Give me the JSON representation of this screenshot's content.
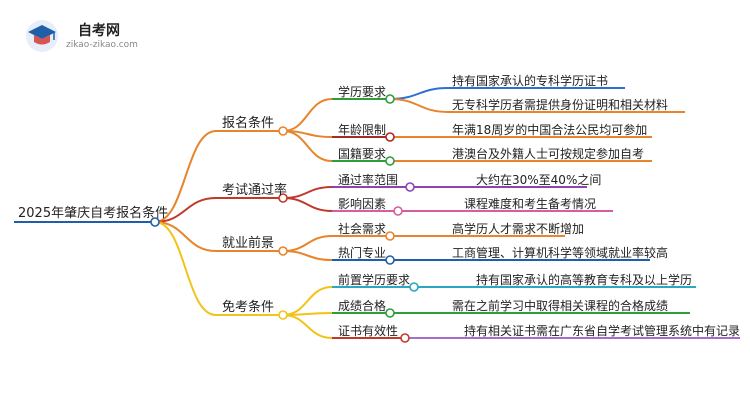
{
  "logo": {
    "title": "自考网",
    "subtitle": "zikao-zikao.com"
  },
  "root": {
    "label": "2025年肇庆自考报名条件",
    "color": "#1f5fa8"
  },
  "branches": [
    {
      "label": "报名条件",
      "color": "#e8842b",
      "children": [
        {
          "label": "学历要求",
          "color": "#2e9d3a",
          "leaves": [
            {
              "text": "持有国家承认的专科学历证书",
              "color": "#2f6fd6"
            },
            {
              "text": "无专科学历者需提供身份证明和相关材料",
              "color": "#e8842b"
            }
          ]
        },
        {
          "label": "年龄限制",
          "color": "#a52a2a",
          "leaves": [
            {
              "text": "年满18周岁的中国合法公民均可参加",
              "color": "#e8842b"
            }
          ]
        },
        {
          "label": "国籍要求",
          "color": "#2e9d3a",
          "leaves": [
            {
              "text": "港澳台及外籍人士可按规定参加自考",
              "color": "#e8842b"
            }
          ]
        }
      ]
    },
    {
      "label": "考试通过率",
      "color": "#c0392b",
      "children": [
        {
          "label": "通过率范围",
          "color": "#8e44ad",
          "leaves": [
            {
              "text": "大约在30%至40%之间",
              "color": "#8e44ad"
            }
          ]
        },
        {
          "label": "影响因素",
          "color": "#d35fa0",
          "leaves": [
            {
              "text": "课程难度和考生备考情况",
              "color": "#d35fa0"
            }
          ]
        }
      ]
    },
    {
      "label": "就业前景",
      "color": "#e8842b",
      "children": [
        {
          "label": "社会需求",
          "color": "#e8842b",
          "leaves": [
            {
              "text": "高学历人才需求不断增加",
              "color": "#e8842b"
            }
          ]
        },
        {
          "label": "热门专业",
          "color": "#1f5fa8",
          "leaves": [
            {
              "text": "工商管理、计算机科学等领域就业率较高",
              "color": "#1f5fa8"
            }
          ]
        }
      ]
    },
    {
      "label": "免考条件",
      "color": "#f0c419",
      "children": [
        {
          "label": "前置学历要求",
          "color": "#2ba7c0",
          "leaves": [
            {
              "text": "持有国家承认的高等教育专科及以上学历",
              "color": "#2ba7c0"
            }
          ]
        },
        {
          "label": "成绩合格",
          "color": "#2e9d3a",
          "leaves": [
            {
              "text": "需在之前学习中取得相关课程的合格成绩",
              "color": "#2e9d3a"
            }
          ]
        },
        {
          "label": "证书有效性",
          "color": "#c0392b",
          "leaves": [
            {
              "text": "持有相关证书需在广东省自学考试管理系统中有记录",
              "color": "#a66ccf"
            }
          ]
        }
      ]
    }
  ]
}
